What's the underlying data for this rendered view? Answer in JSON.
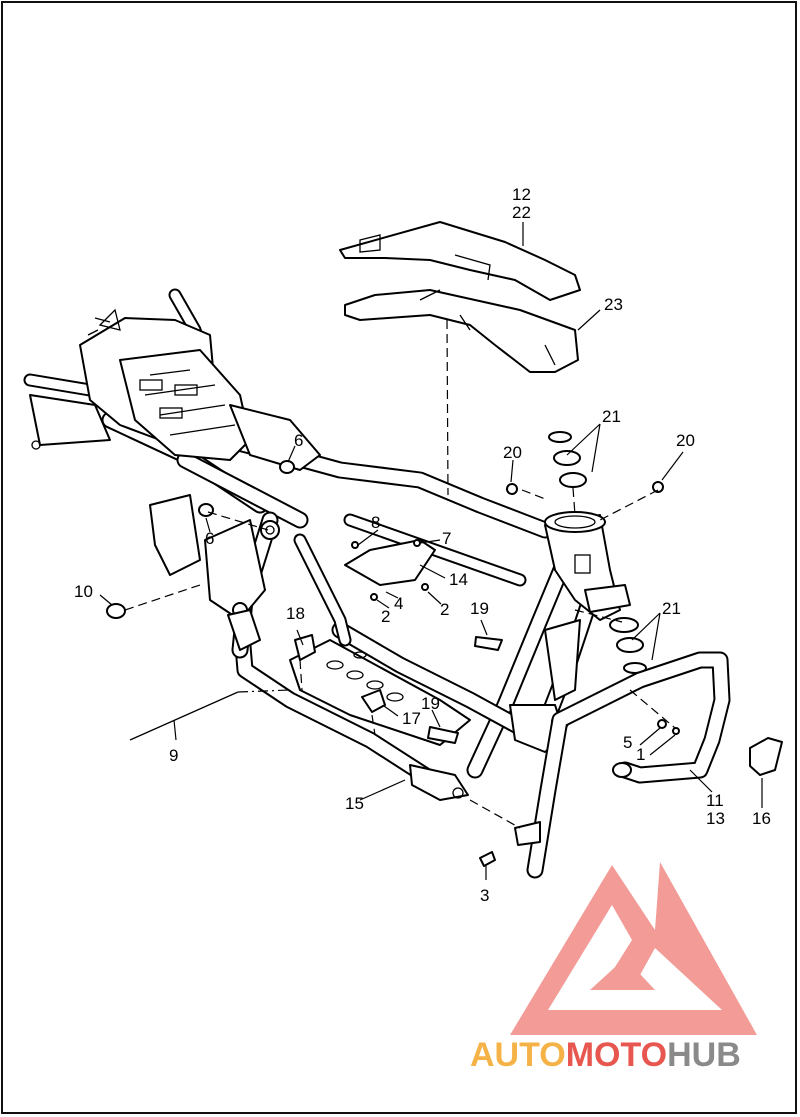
{
  "diagram": {
    "callouts": [
      "1",
      "2",
      "2",
      "3",
      "4",
      "5",
      "6",
      "6",
      "7",
      "8",
      "9",
      "10",
      "11",
      "13",
      "12",
      "22",
      "14",
      "15",
      "16",
      "17",
      "18",
      "19",
      "19",
      "20",
      "20",
      "21",
      "21",
      "23"
    ]
  },
  "watermark": {
    "part1": "AUTO",
    "part2": "MOTO",
    "part3": "HUB",
    "color_light": "#f5b347",
    "color_red": "#e8574f",
    "color_gray": "#8a8a8a"
  }
}
